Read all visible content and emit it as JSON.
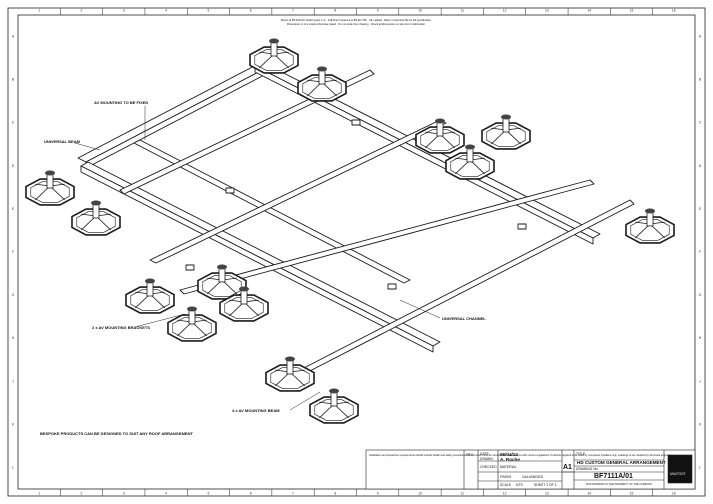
{
  "header": {
    "line1": "Drawn to BS EN ISO 14122 (parts 1-4) · Fall Arrest Systems to BS EN 795 · CE marked · Refer to technical file for full specification",
    "line2": "Dimensions in mm unless otherwise stated · Do not scale from drawing · Check all dimensions on site prior to fabrication"
  },
  "labels": {
    "mounting": "AV MOUNTING TO BE FIXED",
    "universal_beam": "UNIVERSAL BEAM",
    "universal_channel": "UNIVERSAL CHANNEL",
    "av_mount": "2 x AV MOUNTING BRACKETS",
    "av_mount_beam": "4 x AV MOUNTING BEAM",
    "bespoke_note": "BESPOKE PRODUCTS CAN BE DESIGNED TO SUIT ANY ROOF ARRANGEMENT"
  },
  "title_block": {
    "notes": "Installation and inspection requirements should include health and safety procedures. All roof work must be carried out in accordance with current regulations. Products supplied to be fitted by competent installers only. Loadings to be checked by structural engineer.",
    "rev_label": "REV",
    "date_label": "DATE",
    "date_value": "06/04/12",
    "drawn_label": "DRAWN",
    "drawn_value": "A. Roche",
    "checked_label": "CHECKED",
    "material_label": "MATERIAL",
    "finish_label": "FINISH",
    "finish_value": "GALVANISED",
    "scale_label": "SCALE",
    "scale_value": "NTS",
    "sheet_value": "SHEET 1 OF 1",
    "size": "A1",
    "title_label": "TITLE",
    "title": "HD CUSTOM GENERAL ARRANGEMENT",
    "drawing_no_label": "DRAWING No.",
    "drawing_no": "BF7111A/01",
    "copyright": "THIS DRAWING IS THE PROPERTY OF THE COMPANY",
    "company": "UNI-FOOT"
  },
  "grid": {
    "columns": [
      "1",
      "2",
      "3",
      "4",
      "5",
      "6",
      "7",
      "8",
      "9",
      "10",
      "11",
      "12",
      "13",
      "14",
      "15",
      "16"
    ],
    "rows": [
      "A",
      "B",
      "C",
      "D",
      "E",
      "F",
      "G",
      "H",
      "J",
      "K",
      "L"
    ]
  }
}
